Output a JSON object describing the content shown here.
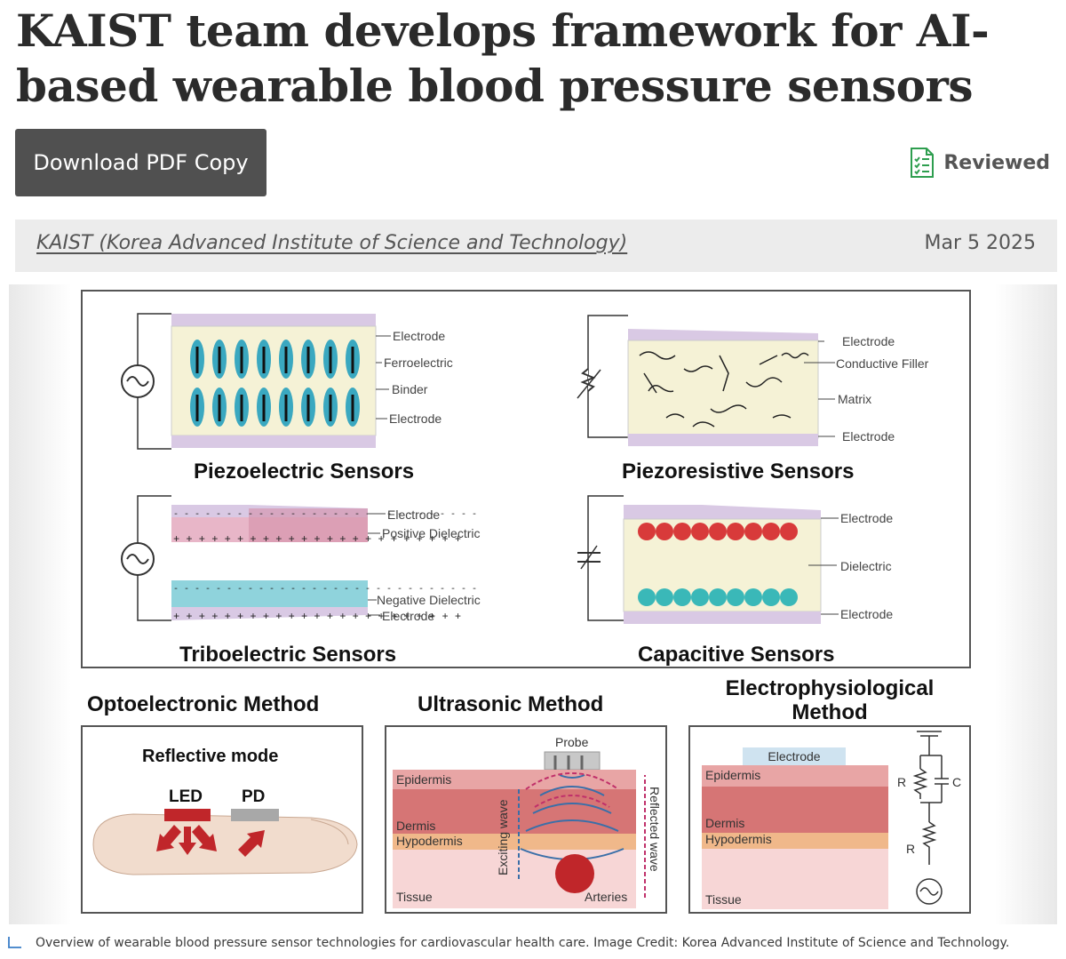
{
  "article": {
    "title": "KAIST team develops framework for AI-based wearable blood pressure sensors",
    "download_label": "Download PDF Copy",
    "reviewed_label": "Reviewed",
    "source": "KAIST (Korea Advanced Institute of Science and Technology)",
    "date": "Mar 5 2025",
    "caption": "Overview of wearable blood pressure sensor technologies for cardiovascular health care. Image Credit: Korea Advanced Institute of Science and Technology."
  },
  "figure": {
    "piezoelectric": {
      "title": "Piezoelectric Sensors",
      "labels": [
        "Electrode",
        "Ferroelectric",
        "Binder",
        "Electrode"
      ]
    },
    "piezoresistive": {
      "title": "Piezoresistive Sensors",
      "labels": [
        "Electrode",
        "Conductive Filler",
        "Matrix",
        "Electrode"
      ]
    },
    "triboelectric": {
      "title": "Triboelectric Sensors",
      "labels": [
        "Electrode",
        "Positive Dielectric",
        "Negative Dielectric",
        "Electrode"
      ]
    },
    "capacitive": {
      "title": "Capacitive Sensors",
      "labels": [
        "Electrode",
        "Dielectric",
        "Electrode"
      ]
    },
    "optoelectronic": {
      "title": "Optoelectronic Method",
      "mode": "Reflective mode",
      "led": "LED",
      "pd": "PD"
    },
    "ultrasonic": {
      "title": "Ultrasonic Method",
      "probe": "Probe",
      "layers": [
        "Epidermis",
        "Dermis",
        "Hypodermis",
        "Tissue"
      ],
      "exciting": "Exciting wave",
      "reflected": "Reflected wave",
      "arteries": "Arteries"
    },
    "electrophysiological": {
      "title_line1": "Electrophysiological",
      "title_line2": "Method",
      "electrode": "Electrode",
      "layers": [
        "Epidermis",
        "Dermis",
        "Hypodermis",
        "Tissue"
      ],
      "r1": "R",
      "c": "C",
      "r2": "R"
    }
  },
  "colors": {
    "button_bg": "#505050",
    "reviewed_icon": "#2e9e4f",
    "source_bar_bg": "#ececec"
  }
}
